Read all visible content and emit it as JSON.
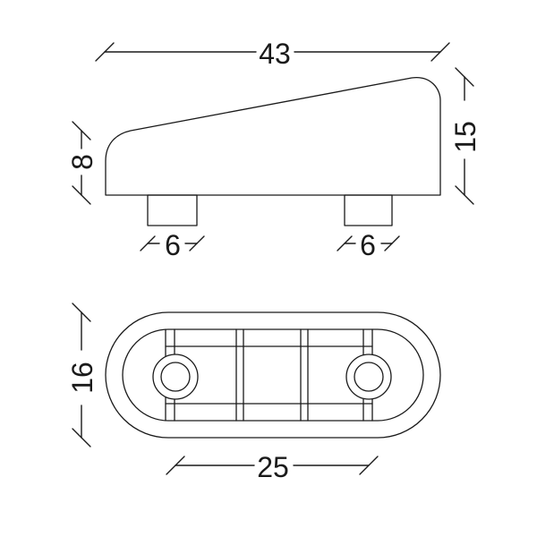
{
  "dimensions": {
    "overall_length": "43",
    "overall_height": "15",
    "front_height": "8",
    "left_peg_width": "6",
    "right_peg_width": "6",
    "base_width": "16",
    "hole_spacing": "25"
  }
}
